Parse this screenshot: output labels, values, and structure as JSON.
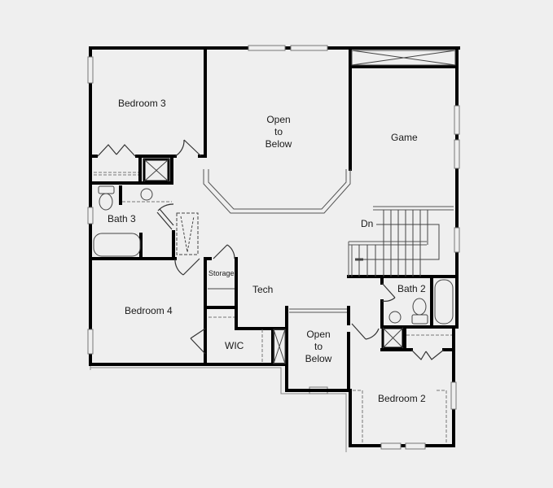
{
  "floor_plan": {
    "background_color": "#efefef",
    "wall_color": "#000000",
    "rooms": {
      "bedroom3": {
        "label": "Bedroom 3"
      },
      "open_to_below_top": {
        "line1": "Open",
        "line2": "to",
        "line3": "Below"
      },
      "game": {
        "label": "Game"
      },
      "bath3": {
        "label": "Bath 3"
      },
      "stairs": {
        "label": "Dn"
      },
      "storage": {
        "label": "Storage"
      },
      "tech": {
        "label": "Tech"
      },
      "bath2": {
        "label": "Bath 2"
      },
      "bedroom4": {
        "label": "Bedroom 4"
      },
      "wic": {
        "label": "WIC"
      },
      "open_to_below_bottom": {
        "line1": "Open",
        "line2": "to",
        "line3": "Below"
      },
      "bedroom2": {
        "label": "Bedroom 2"
      }
    }
  }
}
